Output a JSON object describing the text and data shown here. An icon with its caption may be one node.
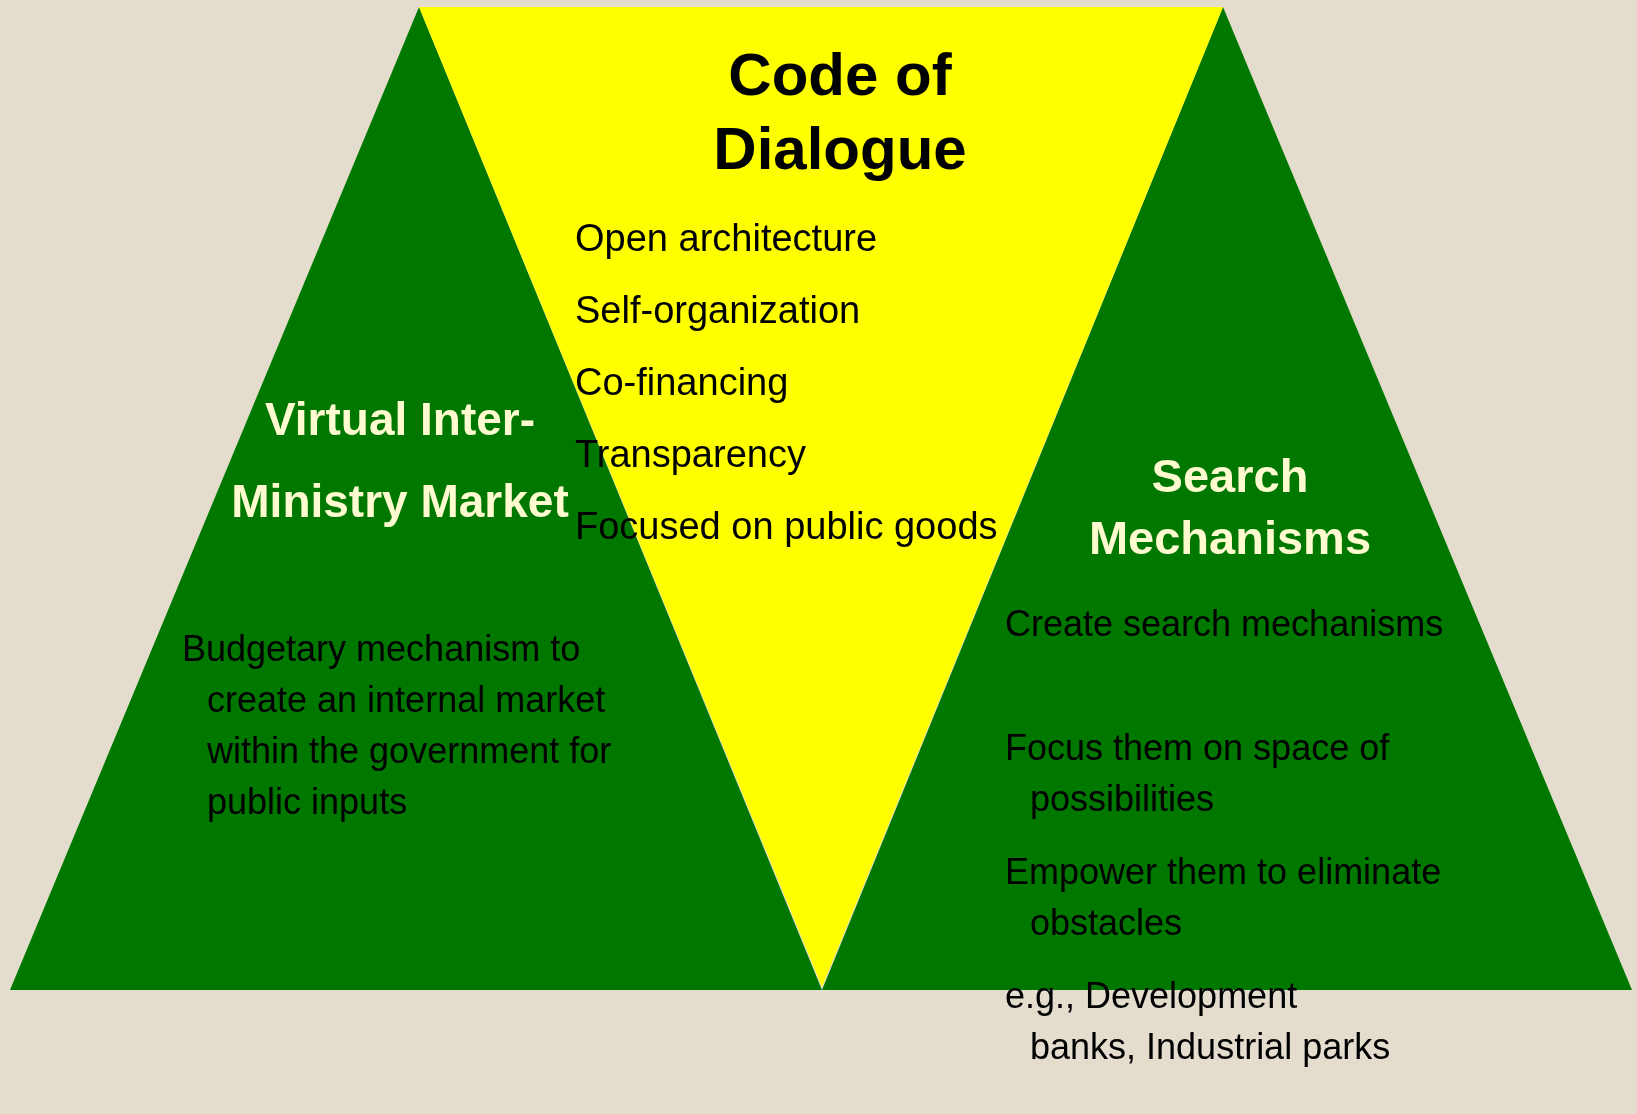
{
  "diagram": {
    "nodes": [
      {
        "text": [
          "Virtual Inter-Ministry Market",
          "Budgetary mechanism to create an internal market within the government for public inputs"
        ]
      },
      {
        "text": [
          "Code of Dialogue",
          "Open architecture",
          "Self-organization",
          "Co-financing",
          "Transparency",
          "Focused on public goods"
        ]
      },
      {
        "text": [
          "Search Mechanisms",
          "Create search mechanisms",
          "Focus them on space of possibilities",
          "Empower them to eliminate obstacles",
          "e.g., Development banks, Industrial parks"
        ]
      }
    ]
  }
}
